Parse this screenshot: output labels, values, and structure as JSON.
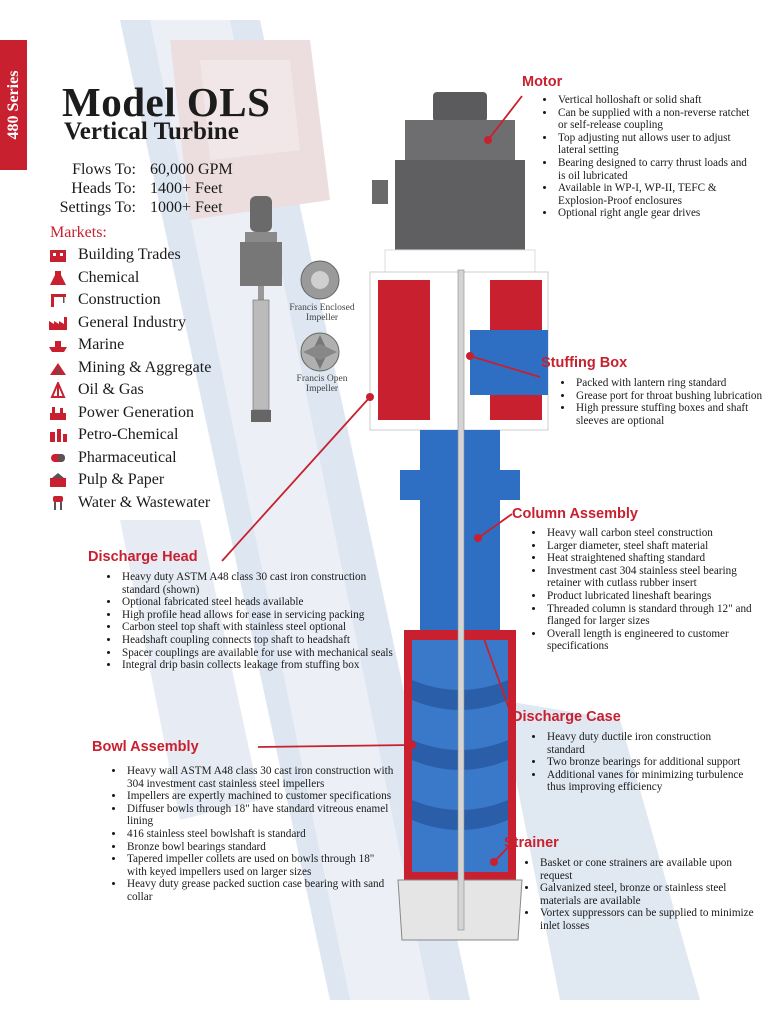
{
  "series_tab": "480 Series",
  "title": "Model OLS",
  "subtitle": "Vertical Turbine",
  "specs": [
    {
      "label": "Flows To:",
      "value": "60,000 GPM"
    },
    {
      "label": "Heads To:",
      "value": "1400+ Feet"
    },
    {
      "label": "Settings To:",
      "value": "1000+ Feet"
    }
  ],
  "markets_heading": "Markets:",
  "markets": [
    "Building Trades",
    "Chemical",
    "Construction",
    "General Industry",
    "Marine",
    "Mining & Aggregate",
    "Oil & Gas",
    "Power Generation",
    "Petro-Chemical",
    "Pharmaceutical",
    "Pulp & Paper",
    "Water & Wastewater"
  ],
  "captions": {
    "enclosed": "Francis Enclosed Impeller",
    "open": "Francis Open Impeller"
  },
  "motor": {
    "heading": "Motor",
    "bullets": [
      "Vertical holloshaft or solid shaft",
      "Can be supplied with a non-reverse ratchet or self-release coupling",
      "Top adjusting nut allows user to adjust lateral setting",
      "Bearing designed to carry thrust loads and is oil lubricated",
      "Available in WP-I, WP-II, TEFC & Explosion-Proof enclosures",
      "Optional right angle gear drives"
    ]
  },
  "stuffing_box": {
    "heading": "Stuffing Box",
    "bullets": [
      "Packed with lantern ring standard",
      "Grease port for throat bushing lubrication",
      "High pressure stuffing boxes and shaft sleeves are optional"
    ]
  },
  "column_assembly": {
    "heading": "Column Assembly",
    "bullets": [
      "Heavy wall carbon steel construction",
      "Larger diameter, steel shaft material",
      "Heat straightened shafting standard",
      "Investment cast 304 stainless steel bearing retainer with cutlass rubber insert",
      "Product lubricated lineshaft bearings",
      "Threaded column is standard through 12\" and flanged for larger sizes",
      "Overall length is engineered to customer specifications"
    ]
  },
  "discharge_head": {
    "heading": "Discharge Head",
    "bullets": [
      "Heavy duty ASTM A48 class 30 cast iron construction standard  (shown)",
      "Optional fabricated steel heads available",
      "High profile head allows for ease in servicing packing",
      "Carbon steel top shaft with stainless steel optional",
      "Headshaft coupling connects top shaft to headshaft",
      "Spacer couplings are available for use with mechanical seals",
      "Integral drip basin collects leakage from stuffing box"
    ]
  },
  "discharge_case": {
    "heading": "Discharge Case",
    "bullets": [
      "Heavy duty ductile iron construction standard",
      "Two bronze bearings for additional support",
      "Additional vanes for minimizing turbulence thus improving efficiency"
    ]
  },
  "bowl_assembly": {
    "heading": "Bowl Assembly",
    "bullets": [
      "Heavy wall ASTM A48 class 30 cast iron construction with 304 investment cast stainless steel impellers",
      "Impellers are expertly machined to customer specifications",
      "Diffuser bowls through 18\" have standard vitreous enamel lining",
      "416 stainless steel bowlshaft is standard",
      "Bronze bowl bearings standard",
      "Tapered impeller collets are used on bowls through 18\" with keyed impellers used on larger sizes",
      "Heavy duty grease packed suction case bearing with sand collar"
    ]
  },
  "strainer": {
    "heading": "Strainer",
    "bullets": [
      "Basket or cone strainers are available upon request",
      "Galvanized steel, bronze or stainless steel materials are available",
      "Vortex suppressors can be supplied to minimize inlet losses"
    ]
  },
  "colors": {
    "accent_red": "#c8202f",
    "pump_blue": "#2e6fc4",
    "motor_gray": "#6e6e70"
  }
}
